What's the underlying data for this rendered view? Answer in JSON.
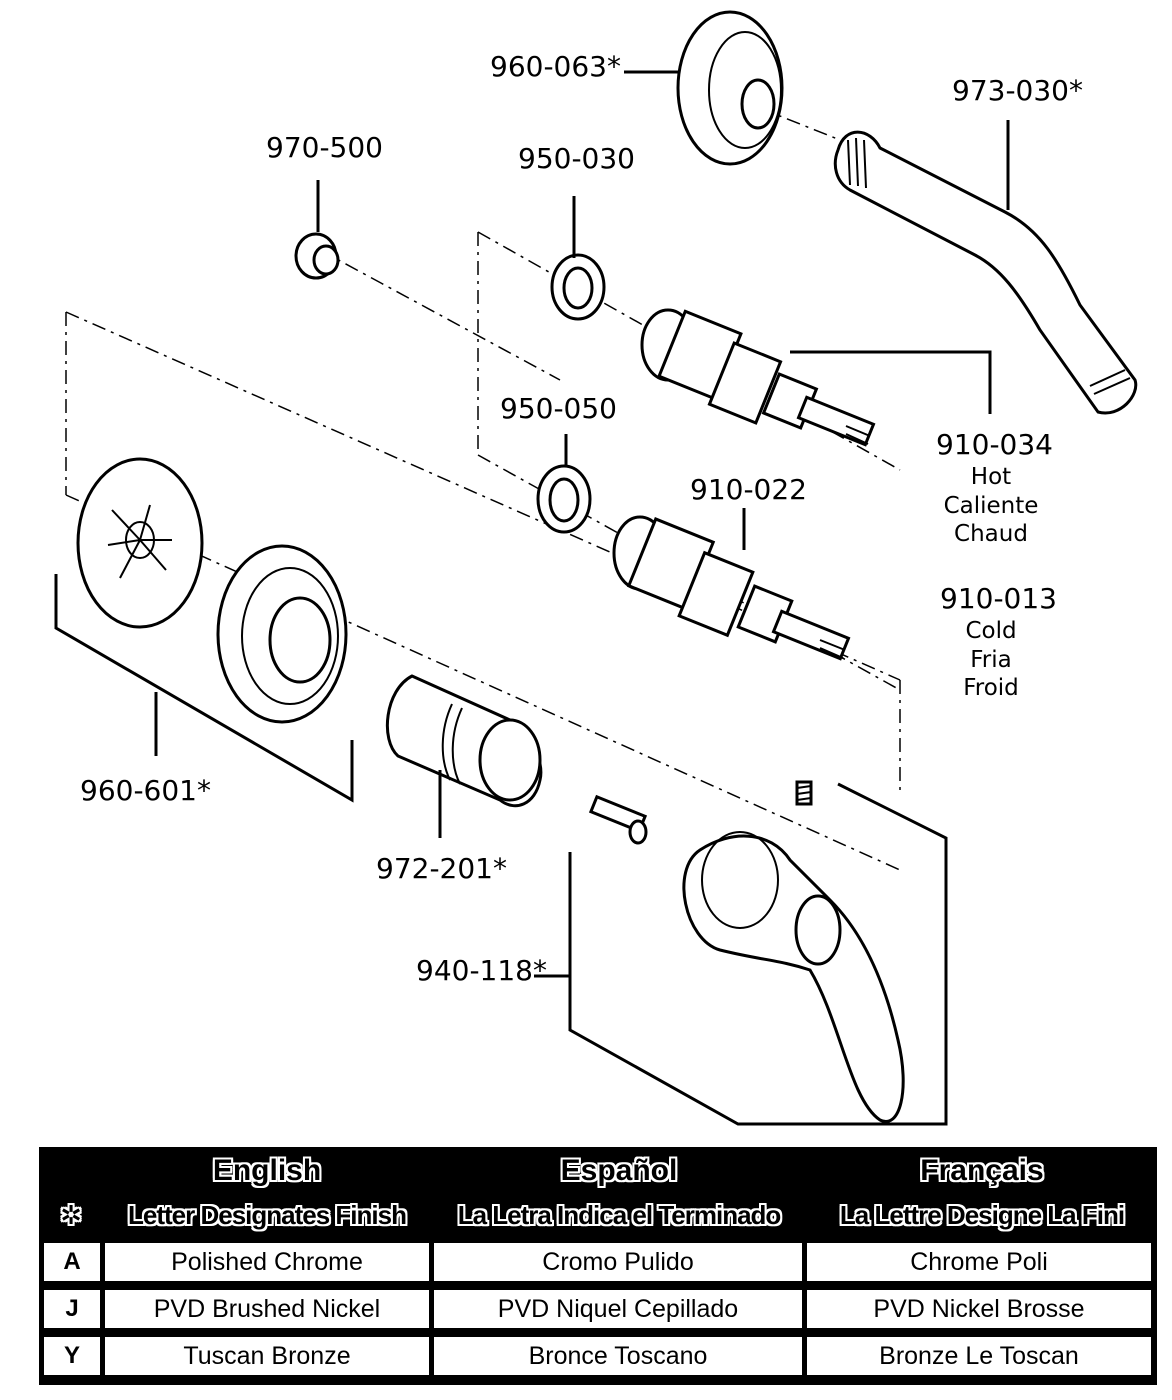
{
  "callouts": {
    "c960_063": "960-063*",
    "c973_030": "973-030*",
    "c970_500": "970-500",
    "c950_030": "950-030",
    "c950_050": "950-050",
    "c910_034": "910-034",
    "c910_034_en": "Hot",
    "c910_034_es": "Caliente",
    "c910_034_fr": "Chaud",
    "c910_022": "910-022",
    "c910_013": "910-013",
    "c910_013_en": "Cold",
    "c910_013_es": "Fria",
    "c910_013_fr": "Froid",
    "c960_601": "960-601*",
    "c972_201": "972-201*",
    "c940_118": "940-118*"
  },
  "finish_table": {
    "headers": [
      "English",
      "Español",
      "Français"
    ],
    "star_symbol": "✲",
    "subheaders": [
      "Letter Designates Finish",
      "La Letra Indica el Terminado",
      "La Lettre Designe La Fini"
    ],
    "rows": [
      {
        "code": "A",
        "en": "Polished Chrome",
        "es": "Cromo Pulido",
        "fr": "Chrome Poli"
      },
      {
        "code": "J",
        "en": "PVD Brushed Nickel",
        "es": "PVD Niquel Cepillado",
        "fr": "PVD Nickel Brosse"
      },
      {
        "code": "Y",
        "en": "Tuscan Bronze",
        "es": "Bronce Toscano",
        "fr": "Bronze Le Toscan"
      }
    ]
  }
}
